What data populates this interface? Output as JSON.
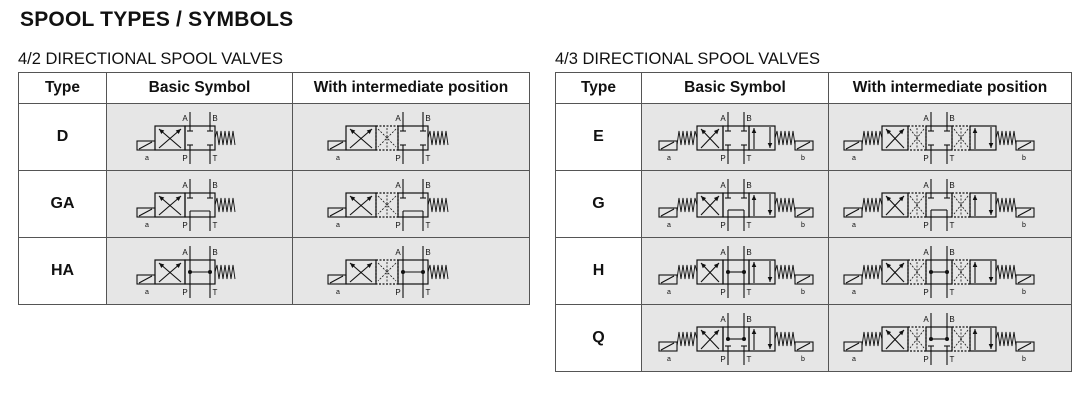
{
  "page_title": "SPOOL TYPES / SYMBOLS",
  "left_section": {
    "title": "4/2 DIRECTIONAL SPOOL VALVES",
    "headers": [
      "Type",
      "Basic Symbol",
      "With intermediate position"
    ],
    "rows": [
      {
        "type": "D",
        "center": "blocked-both"
      },
      {
        "type": "GA",
        "center": "p-blocked-t-open"
      },
      {
        "type": "HA",
        "center": "all-connected"
      }
    ]
  },
  "right_section": {
    "title": "4/3 DIRECTIONAL SPOOL VALVES",
    "headers": [
      "Type",
      "Basic Symbol",
      "With intermediate position"
    ],
    "rows": [
      {
        "type": "E",
        "center": "all-blocked"
      },
      {
        "type": "G",
        "center": "tandem"
      },
      {
        "type": "H",
        "center": "all-connected"
      },
      {
        "type": "Q",
        "center": "throttled-float"
      }
    ]
  },
  "port_labels": {
    "a": "a",
    "b": "b",
    "A": "A",
    "B": "B",
    "P": "P",
    "T": "T"
  }
}
